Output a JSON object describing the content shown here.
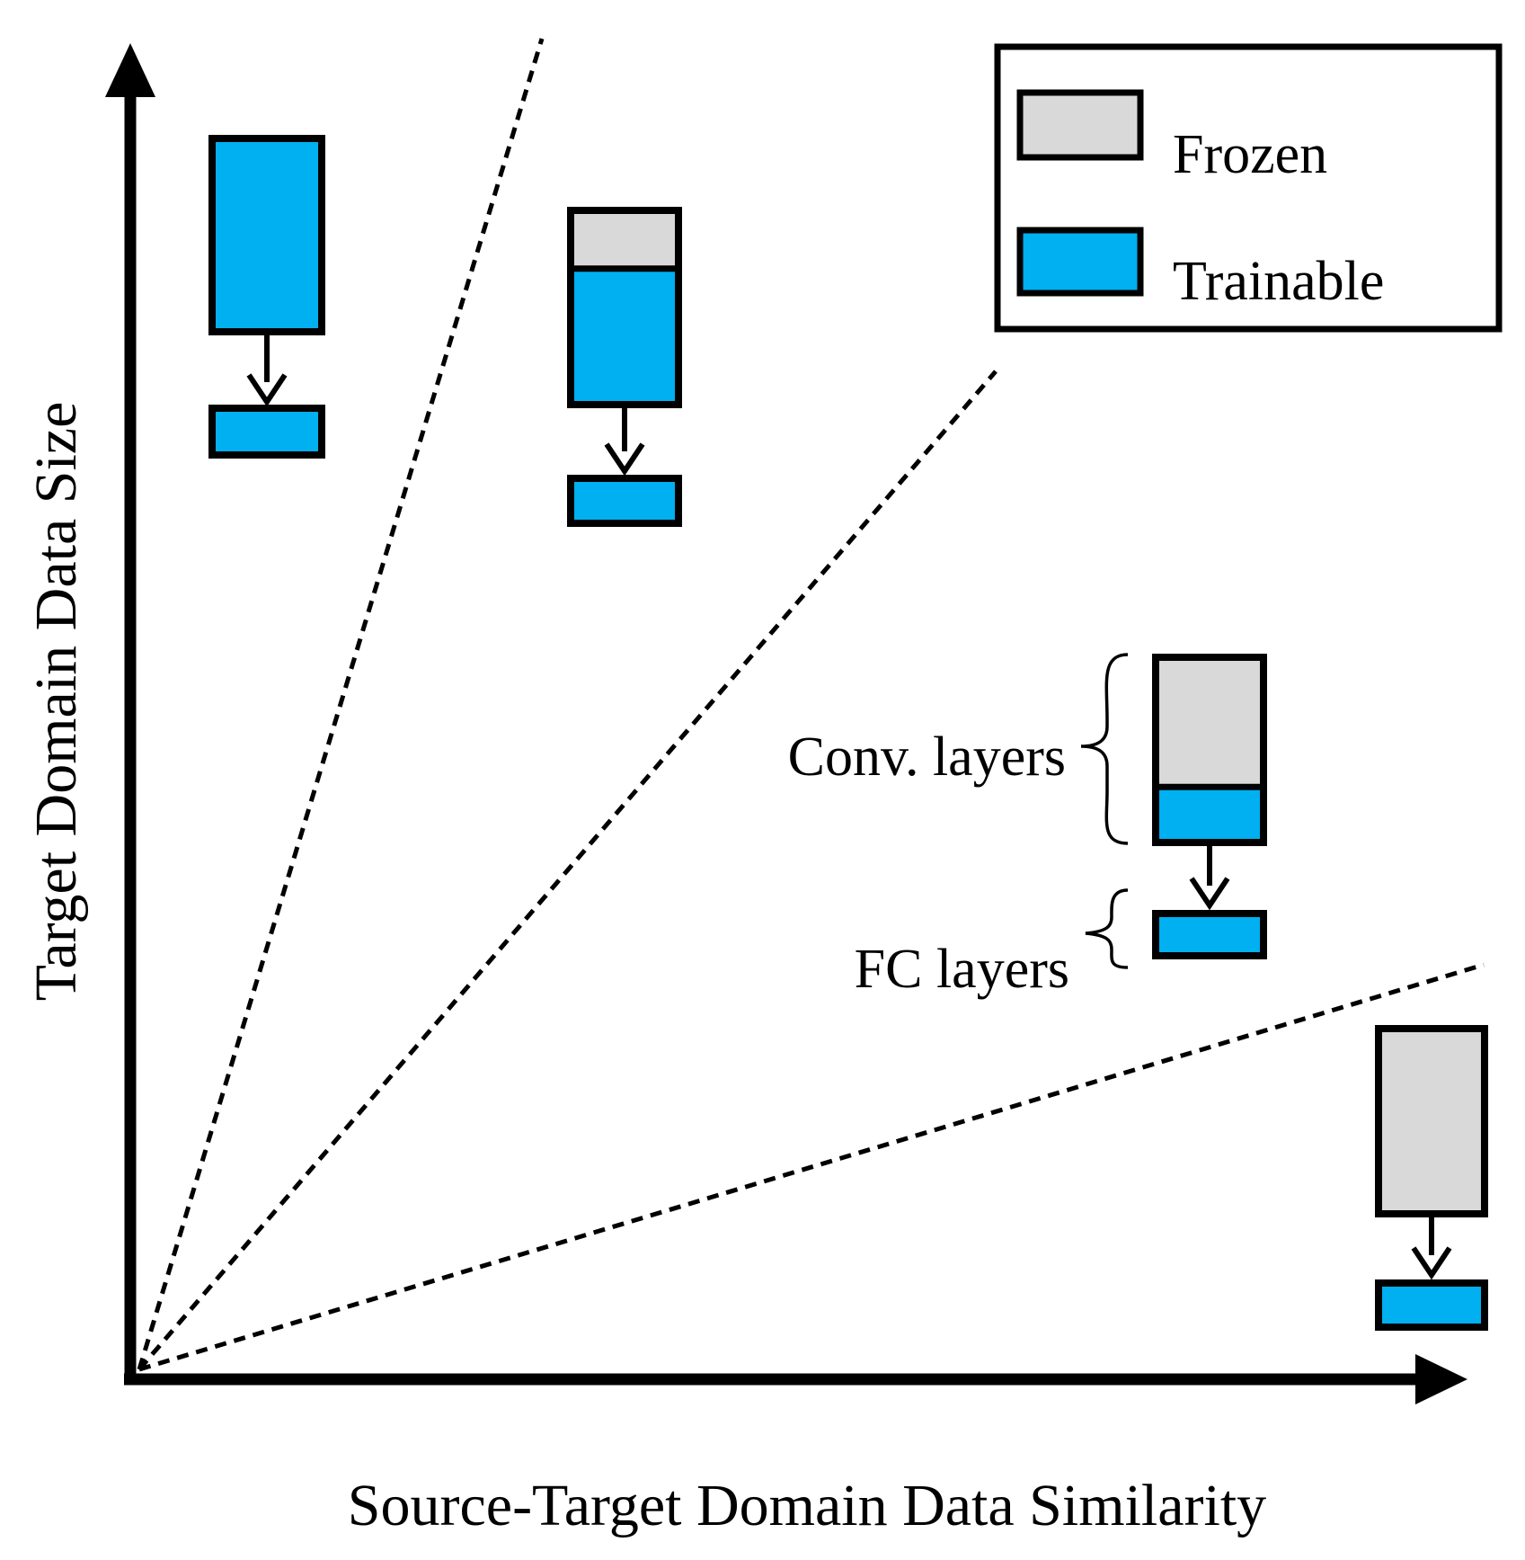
{
  "axes": {
    "x_label": "Source-Target Domain Data Similarity",
    "y_label": "Target Domain Data Size"
  },
  "legend": {
    "items": [
      {
        "label": "Frozen",
        "color": "#d9d9d9"
      },
      {
        "label": "Trainable",
        "color": "#00b0f0"
      }
    ]
  },
  "annotations": {
    "conv_layers": "Conv. layers",
    "fc_layers": "FC layers"
  },
  "colors": {
    "frozen": "#d9d9d9",
    "trainable": "#00b0f0",
    "stroke": "#000000"
  },
  "scenarios": [
    {
      "conv_frozen_fraction": 0.0
    },
    {
      "conv_frozen_fraction": 0.3
    },
    {
      "conv_frozen_fraction": 0.7
    },
    {
      "conv_frozen_fraction": 1.0
    }
  ]
}
